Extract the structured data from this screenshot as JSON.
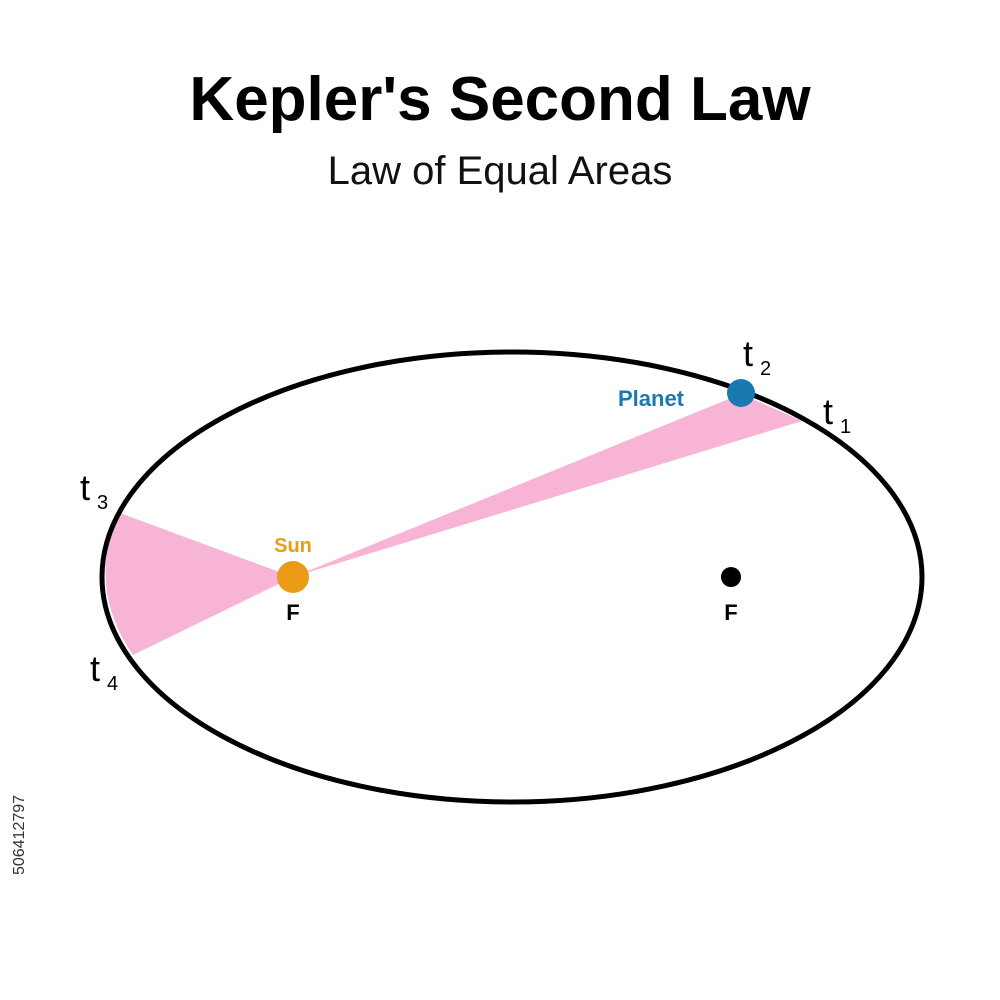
{
  "title": "Kepler's Second Law",
  "subtitle": "Law of Equal Areas",
  "labels": {
    "planet": "Planet",
    "sun": "Sun",
    "focus_left": "F",
    "focus_right": "F",
    "t1": {
      "base": "t",
      "sub": "1"
    },
    "t2": {
      "base": "t",
      "sub": "2"
    },
    "t3": {
      "base": "t",
      "sub": "3"
    },
    "t4": {
      "base": "t",
      "sub": "4"
    }
  },
  "watermark": "506412797",
  "colors": {
    "orbit": "#000000",
    "swept_area": "#f8b4d4",
    "planet": "#1a7ab0",
    "sun": "#eb9c16",
    "focus": "#000000"
  }
}
